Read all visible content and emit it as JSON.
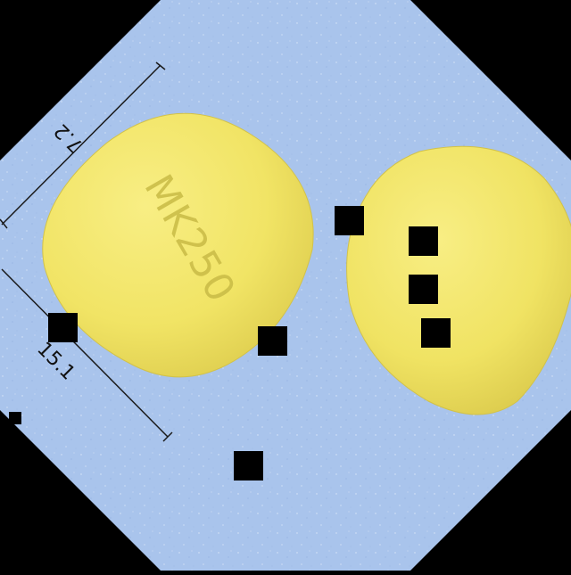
{
  "image": {
    "background_color": "#000000",
    "backdrop_color": "#A9C4EC",
    "tablet_color": "#F2E66A",
    "tablet_shadow": "#D6C94E",
    "imprint_color": "#C9BB46",
    "ruler_color": "#1A1A1A",
    "mask_color": "#000000"
  },
  "measurements": {
    "width_label": "7.2",
    "length_label": "15.1"
  },
  "tablet": {
    "imprint": "MK250"
  }
}
